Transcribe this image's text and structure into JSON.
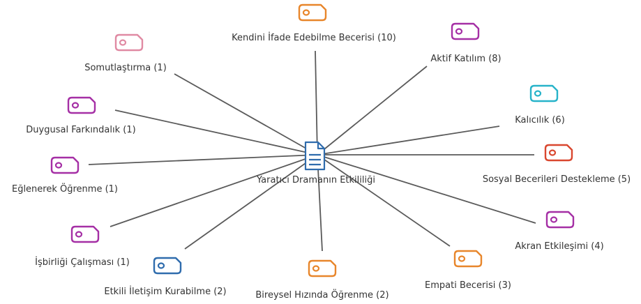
{
  "center": {
    "label": "Yaratıcı Dramanın Etkililiği",
    "icon": "document-icon",
    "color": "#2f6cad"
  },
  "nodes": [
    {
      "id": "kendini-ifade",
      "label": "Kendini İfade Edebilme Becerisi (10)",
      "color": "#e8862b",
      "icon": "tag-icon"
    },
    {
      "id": "aktif-katilim",
      "label": "Aktif Katılım (8)",
      "color": "#a52fa5",
      "icon": "tag-icon"
    },
    {
      "id": "kalicilik",
      "label": "Kalıcılık (6)",
      "color": "#27b3c9",
      "icon": "tag-icon"
    },
    {
      "id": "sosyal-beceriler",
      "label": "Sosyal Becerileri Destekleme (5)",
      "color": "#d9472f",
      "icon": "tag-icon"
    },
    {
      "id": "akran-etkilesimi",
      "label": "Akran Etkileşimi (4)",
      "color": "#a52fa5",
      "icon": "tag-icon"
    },
    {
      "id": "empati",
      "label": "Empati Becerisi (3)",
      "color": "#e8862b",
      "icon": "tag-icon"
    },
    {
      "id": "bireysel-hiz",
      "label": "Bireysel Hızında Öğrenme (2)",
      "color": "#e8862b",
      "icon": "tag-icon"
    },
    {
      "id": "etkili-iletisim",
      "label": "Etkili İletişim Kurabilme (2)",
      "color": "#2f6cad",
      "icon": "tag-icon"
    },
    {
      "id": "isbirligi",
      "label": "İşbirliği Çalışması (1)",
      "color": "#a52fa5",
      "icon": "tag-icon"
    },
    {
      "id": "eglenerek",
      "label": "Eğlenerek Öğrenme (1)",
      "color": "#a52fa5",
      "icon": "tag-icon"
    },
    {
      "id": "duygusal",
      "label": "Duygusal Farkındalık (1)",
      "color": "#a52fa5",
      "icon": "tag-icon"
    },
    {
      "id": "somutlastirma",
      "label": "Somutlaştırma (1)",
      "color": "#e08aa3",
      "icon": "tag-icon"
    }
  ],
  "edge_color": "#5a5a5a"
}
